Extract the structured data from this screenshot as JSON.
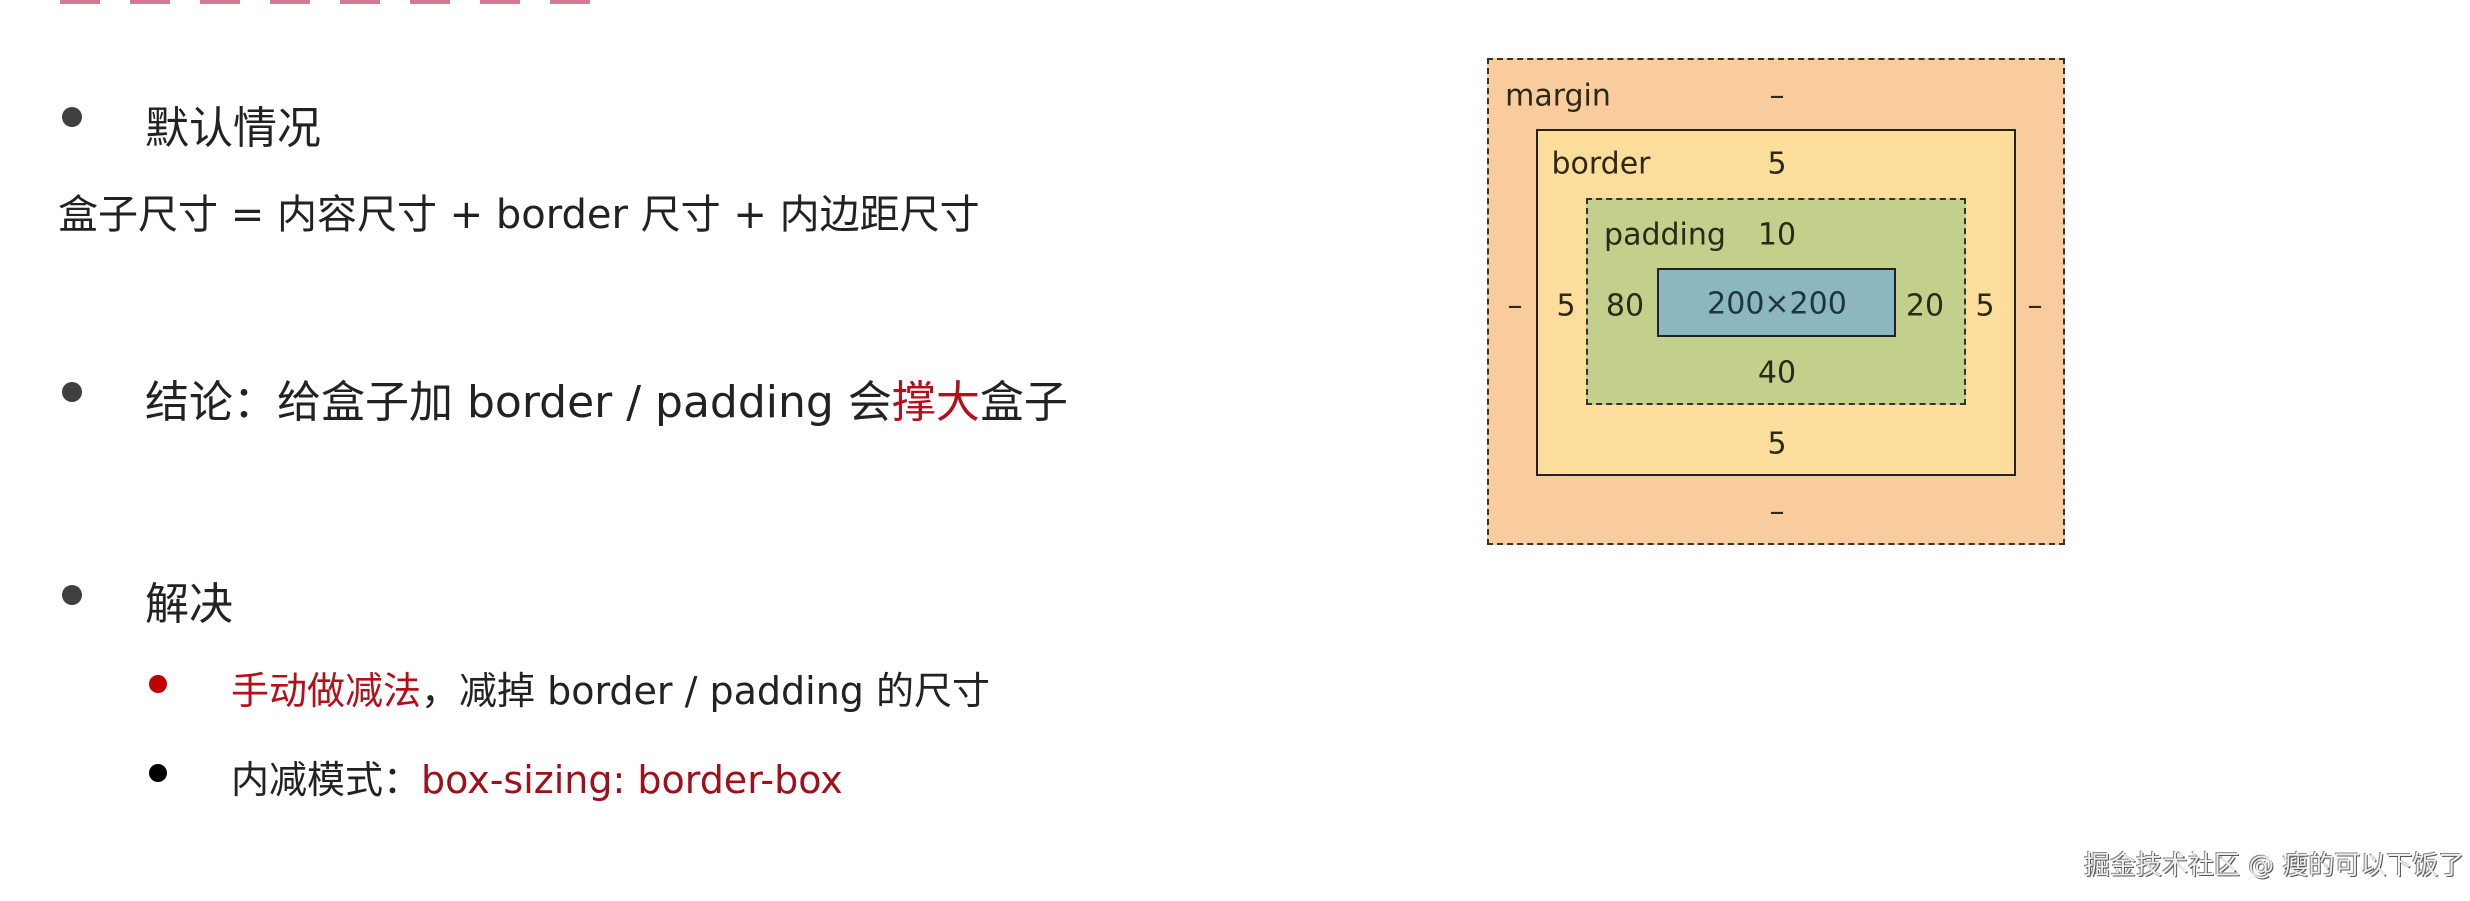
{
  "slide": {
    "bullets": [
      {
        "label": "默认情况"
      },
      {
        "label_prefix": "结论：给盒子加 border / padding 会",
        "label_highlight": "撑大",
        "label_suffix": "盒子"
      },
      {
        "label": "解决"
      }
    ],
    "formula": "盒子尺寸 = 内容尺寸 + border 尺寸 + 内边距尺寸",
    "sub_bullets": [
      {
        "highlight": "手动做减法",
        "rest": "，减掉 border / padding 的尺寸"
      },
      {
        "prefix": "内减模式：",
        "code": "box-sizing: border-box"
      }
    ]
  },
  "box_model": {
    "margin": {
      "label": "margin",
      "top": "–",
      "bottom": "–",
      "left": "–",
      "right": "–"
    },
    "border": {
      "label": "border",
      "top": "5",
      "bottom": "5",
      "left": "5",
      "right": "5"
    },
    "padding": {
      "label": "padding",
      "top": "10",
      "bottom": "40",
      "left": "80",
      "right": "20"
    },
    "content": "200×200",
    "colors": {
      "margin": "#f9cc9d",
      "border": "#fddd9b",
      "padding": "#c3d08b",
      "content": "#8cb6c0"
    }
  },
  "watermark": "掘金技术社区 @ 瘦的可以下饭了"
}
